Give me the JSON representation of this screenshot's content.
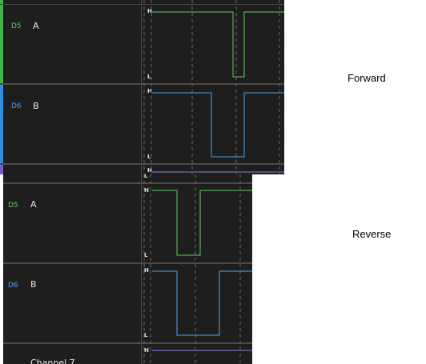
{
  "colors": {
    "background": "#1e1e1e",
    "ch_green": "#5fcf5f",
    "ch_blue": "#4ea4f0",
    "ch_purple": "#8a80e8",
    "stripe_green": "#3db54a",
    "stripe_blue": "#2f8fe0",
    "stripe_purple": "#7a5cc7"
  },
  "level_labels": {
    "high": "H",
    "low": "L"
  },
  "forward": {
    "label": "Forward",
    "channels": [
      {
        "id": "D5",
        "name": "A"
      },
      {
        "id": "D6",
        "name": "B"
      }
    ]
  },
  "reverse": {
    "label": "Reverse",
    "channels": [
      {
        "id": "D5",
        "name": "A"
      },
      {
        "id": "D6",
        "name": "B"
      },
      {
        "name": "Channel 7"
      }
    ]
  }
}
